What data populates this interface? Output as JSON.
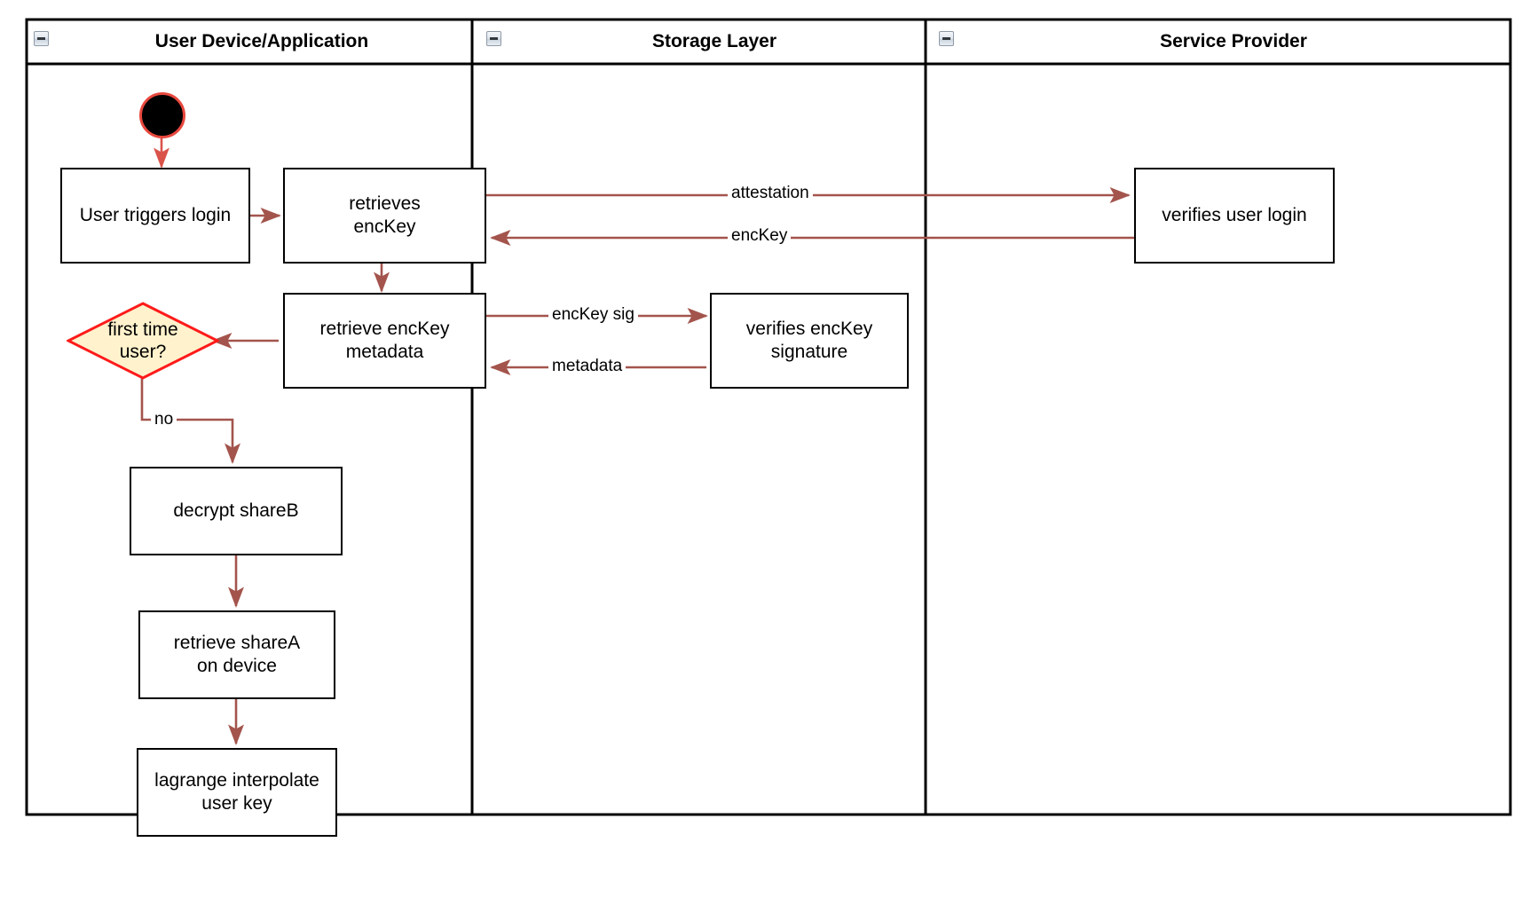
{
  "diagram": {
    "type": "swimlane-activity-diagram",
    "lanes": [
      {
        "id": "user-device",
        "title": "User Device/Application",
        "collapse_icon": "collapse-minus-icon"
      },
      {
        "id": "storage-layer",
        "title": "Storage Layer",
        "collapse_icon": "collapse-minus-icon"
      },
      {
        "id": "service-provider",
        "title": "Service Provider",
        "collapse_icon": "collapse-minus-icon"
      }
    ],
    "nodes": [
      {
        "id": "start",
        "shape": "initial-node",
        "label": "",
        "lane": "user-device"
      },
      {
        "id": "user-triggers-login",
        "shape": "rect",
        "label": "User triggers login",
        "lane": "user-device"
      },
      {
        "id": "retrieves-enckey",
        "shape": "rect",
        "label": "retrieves\nencKey",
        "lane": "user-device"
      },
      {
        "id": "retrieve-enckey-metadata",
        "shape": "rect",
        "label": "retrieve encKey\nmetadata",
        "lane": "user-device"
      },
      {
        "id": "first-time-user",
        "shape": "diamond",
        "label": "first time\nuser?",
        "lane": "user-device"
      },
      {
        "id": "decrypt-shareb",
        "shape": "rect",
        "label": "decrypt shareB",
        "lane": "user-device"
      },
      {
        "id": "retrieve-sharea-on-device",
        "shape": "rect",
        "label": "retrieve shareA\non device",
        "lane": "user-device"
      },
      {
        "id": "lagrange-interpolate-user-key",
        "shape": "rect",
        "label": "lagrange interpolate\nuser key",
        "lane": "user-device"
      },
      {
        "id": "verifies-enckey-signature",
        "shape": "rect",
        "label": "verifies encKey\nsignature",
        "lane": "storage-layer"
      },
      {
        "id": "verifies-user-login",
        "shape": "rect",
        "label": "verifies user login",
        "lane": "service-provider"
      }
    ],
    "edges": [
      {
        "id": "start-to-login",
        "from": "start",
        "to": "user-triggers-login",
        "label": ""
      },
      {
        "id": "login-to-retrieves",
        "from": "user-triggers-login",
        "to": "retrieves-enckey",
        "label": ""
      },
      {
        "id": "attestation",
        "from": "retrieves-enckey",
        "to": "verifies-user-login",
        "label": "attestation"
      },
      {
        "id": "enckey-back",
        "from": "verifies-user-login",
        "to": "retrieves-enckey",
        "label": "encKey"
      },
      {
        "id": "retrieves-to-metadata",
        "from": "retrieves-enckey",
        "to": "retrieve-enckey-metadata",
        "label": ""
      },
      {
        "id": "enckey-sig",
        "from": "retrieve-enckey-metadata",
        "to": "verifies-enckey-signature",
        "label": "encKey sig"
      },
      {
        "id": "metadata-back",
        "from": "verifies-enckey-signature",
        "to": "retrieve-enckey-metadata",
        "label": "metadata"
      },
      {
        "id": "metadata-to-decision",
        "from": "retrieve-enckey-metadata",
        "to": "first-time-user",
        "label": ""
      },
      {
        "id": "decision-no",
        "from": "first-time-user",
        "to": "decrypt-shareb",
        "label": "no"
      },
      {
        "id": "decrypt-to-retrieve",
        "from": "decrypt-shareb",
        "to": "retrieve-sharea-on-device",
        "label": ""
      },
      {
        "id": "retrieve-to-lagrange",
        "from": "retrieve-sharea-on-device",
        "to": "lagrange-interpolate-user-key",
        "label": ""
      }
    ],
    "colors": {
      "edge": "#a3544c",
      "start_border": "#d9534a",
      "decision_fill": "#fff2cc",
      "decision_stroke": "#ff1a1a",
      "node_stroke": "#000000",
      "frame_stroke": "#000000",
      "background": "#ffffff"
    }
  }
}
